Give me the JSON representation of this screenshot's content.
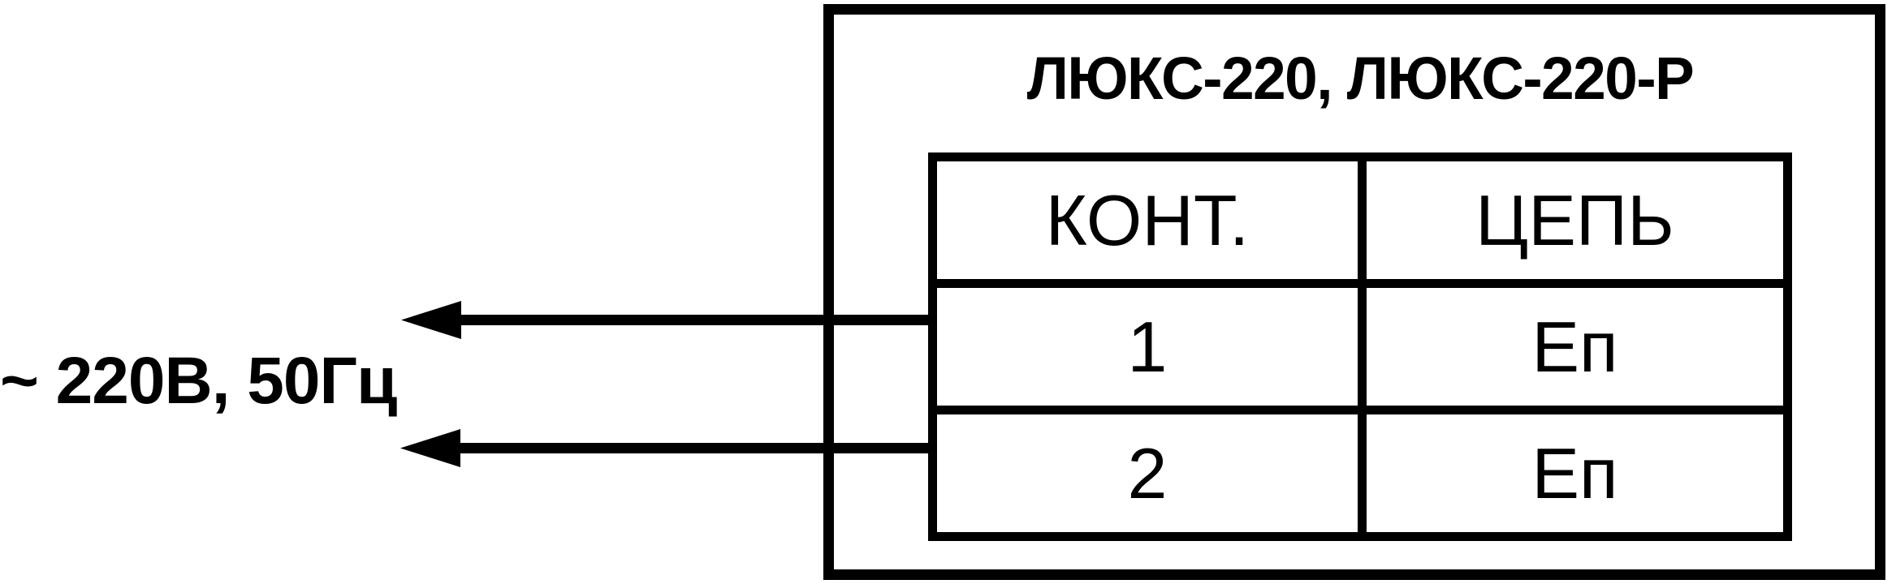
{
  "diagram": {
    "type": "electrical-connection-diagram",
    "supply_label": "~ 220В, 50Гц",
    "device": {
      "title": "ЛЮКС-220, ЛЮКС-220-Р"
    },
    "connector_table": {
      "headers": [
        "КОНТ.",
        "ЦЕПЬ"
      ],
      "rows": [
        {
          "contact": "1",
          "circuit": "Еп"
        },
        {
          "contact": "2",
          "circuit": "Еп"
        }
      ]
    },
    "wires": [
      {
        "name": "wire-contact-1",
        "direction": "left",
        "from_contact": "1"
      },
      {
        "name": "wire-contact-2",
        "direction": "left",
        "from_contact": "2"
      }
    ],
    "colors": {
      "line": "#000000",
      "background": "#ffffff",
      "text": "#000000"
    }
  }
}
